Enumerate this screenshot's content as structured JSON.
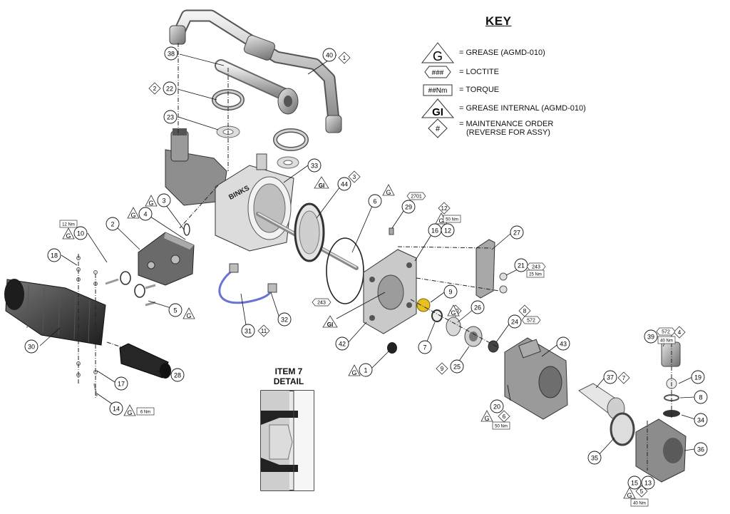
{
  "key": {
    "title": "KEY",
    "rows": [
      {
        "symbol": "G",
        "text": "= GREASE (AGMD-010)",
        "icon": "grease-triangle-icon"
      },
      {
        "symbol": "###",
        "text": "= LOCTITE",
        "icon": "loctite-hexagon-icon"
      },
      {
        "symbol": "##Nm",
        "text": "= TORQUE",
        "icon": "torque-box-icon"
      },
      {
        "symbol": "GI",
        "text": "= GREASE INTERNAL (AGMD-010)",
        "icon": "grease-internal-triangle-icon"
      },
      {
        "symbol": "#",
        "text": "= MAINTENANCE ORDER",
        "text2": "(REVERSE FOR ASSY)",
        "icon": "maintenance-order-diamond-icon"
      }
    ]
  },
  "detail": {
    "line1": "ITEM 7",
    "line2": "DETAIL"
  },
  "callouts": [
    "38",
    "40",
    "22",
    "23",
    "33",
    "44",
    "6",
    "29",
    "16",
    "12",
    "27",
    "21",
    "3",
    "4",
    "10",
    "2",
    "18",
    "5",
    "31",
    "32",
    "30",
    "28",
    "17",
    "14",
    "9",
    "26",
    "24",
    "7",
    "42",
    "1",
    "25",
    "43",
    "20",
    "39",
    "19",
    "8",
    "34",
    "37",
    "35",
    "36",
    "15",
    "13"
  ],
  "order_marks": [
    "1",
    "2",
    "3",
    "12",
    "11",
    "10",
    "8",
    "4",
    "6",
    "9",
    "7",
    "5"
  ],
  "grease_marks": [
    "G",
    "G",
    "G",
    "G",
    "G",
    "G",
    "G",
    "G",
    "G",
    "G",
    "G"
  ],
  "grease_internal_marks": [
    "GI",
    "GI"
  ],
  "loctite_marks": [
    "2701",
    "243",
    "243",
    "572",
    "572"
  ],
  "torque_marks": [
    "12 Nm",
    "50 Nm",
    "25 Nm",
    "6 Nm",
    "40 Nm",
    "50 Nm",
    "40 Nm"
  ],
  "labels": {
    "brand": "BINKS"
  },
  "colors": {
    "line": "#1a1a1a",
    "part_grey": "#b9b9b9",
    "part_dark": "#3a3a3a",
    "hose_blue": "#6a73d6",
    "accent_yellow": "#e8c020"
  }
}
